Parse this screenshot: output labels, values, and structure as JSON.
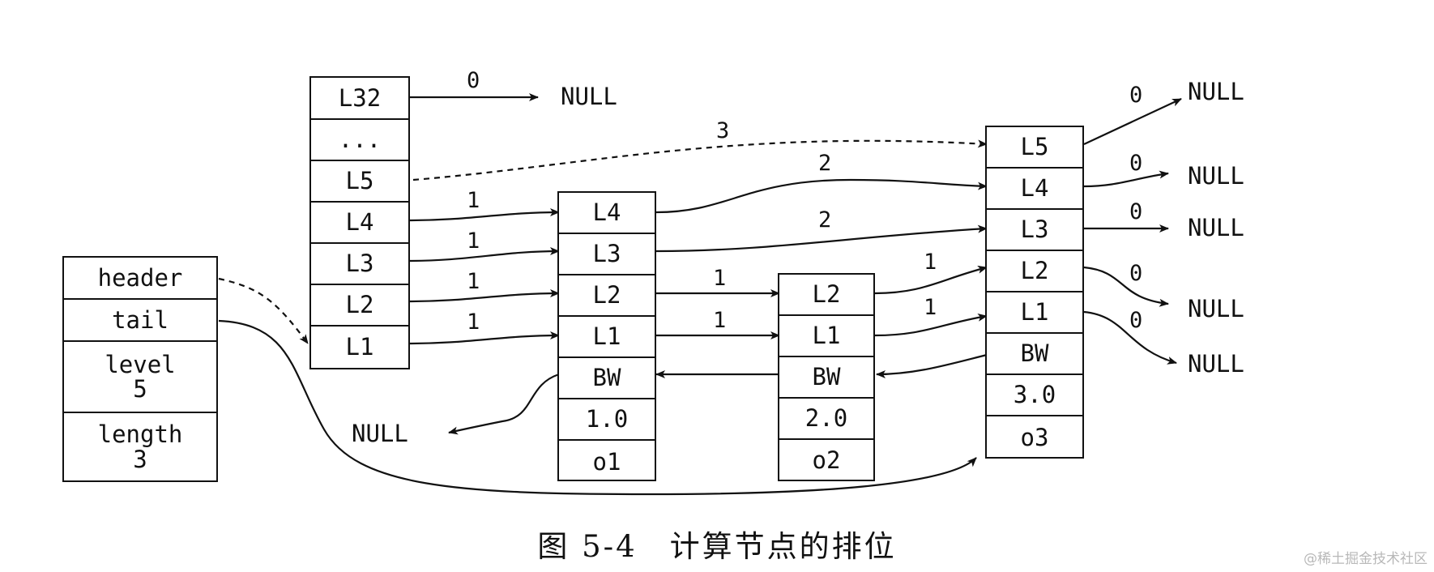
{
  "list_struct": {
    "fields": [
      {
        "name": "header",
        "value": ""
      },
      {
        "name": "tail",
        "value": ""
      },
      {
        "name": "level",
        "value": "5"
      },
      {
        "name": "length",
        "value": "3"
      }
    ]
  },
  "header_node": {
    "levels": [
      "L32",
      "...",
      "L5",
      "L4",
      "L3",
      "L2",
      "L1"
    ]
  },
  "node1": {
    "levels": [
      "L4",
      "L3",
      "L2",
      "L1"
    ],
    "backward": "BW",
    "score": "1.0",
    "obj": "o1"
  },
  "node2": {
    "levels": [
      "L2",
      "L1"
    ],
    "backward": "BW",
    "score": "2.0",
    "obj": "o2"
  },
  "node3": {
    "levels": [
      "L5",
      "L4",
      "L3",
      "L2",
      "L1"
    ],
    "backward": "BW",
    "score": "3.0",
    "obj": "o3"
  },
  "null_text": "NULL",
  "spans": {
    "header_L32": "0",
    "header_L5": "3",
    "header_L4": "1",
    "header_L3": "1",
    "header_L2": "1",
    "header_L1": "1",
    "node1_L4": "2",
    "node1_L3": "2",
    "node1_L2": "1",
    "node1_L1": "1",
    "node2_L2": "1",
    "node2_L1": "1",
    "node3_L5": "0",
    "node3_L4": "0",
    "node3_L3": "0",
    "node3_L2": "0",
    "node3_L1": "0"
  },
  "caption": "图 5-4　计算节点的排位",
  "watermark": "@稀土掘金技术社区"
}
